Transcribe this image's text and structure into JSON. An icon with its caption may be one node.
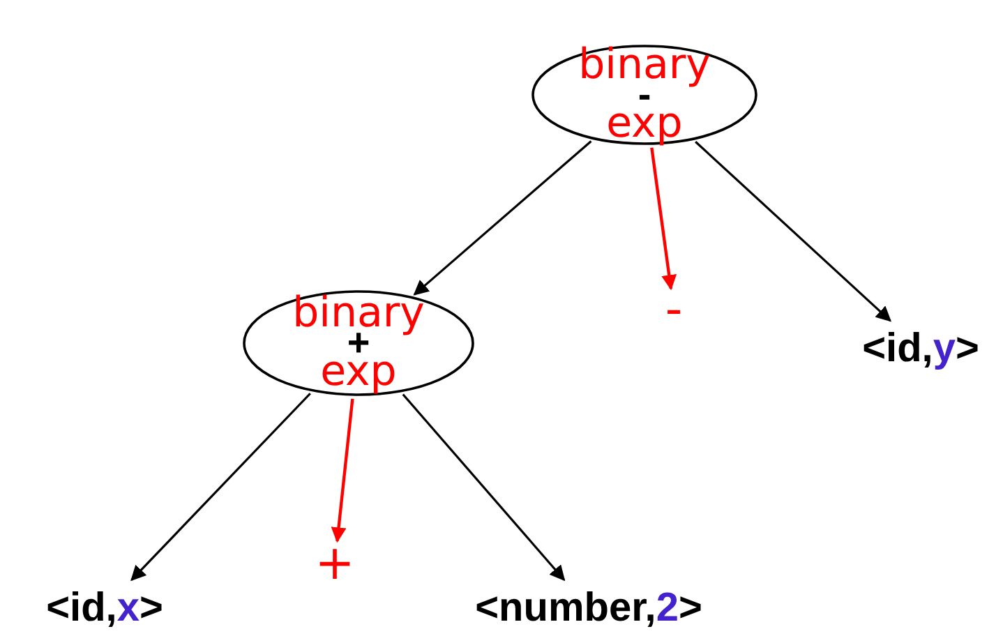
{
  "diagram": {
    "nodes": [
      {
        "text": [
          "-",
          "binary exp"
        ]
      },
      {
        "text": [
          "+",
          "binary exp"
        ]
      },
      {
        "text": [
          "<id,y>"
        ]
      },
      {
        "text": [
          "<id,x>"
        ]
      },
      {
        "text": [
          "<number,2>"
        ]
      },
      {
        "text": [
          "-"
        ]
      },
      {
        "text": [
          "+"
        ]
      }
    ],
    "edges": [
      {
        "from": 0,
        "to": 1,
        "arrow": "to"
      },
      {
        "from": 0,
        "to": 2,
        "arrow": "to"
      },
      {
        "from": 0,
        "to": 5,
        "arrow": "to",
        "color": "#ff0000"
      },
      {
        "from": 1,
        "to": 3,
        "arrow": "to"
      },
      {
        "from": 1,
        "to": 4,
        "arrow": "to"
      },
      {
        "from": 1,
        "to": 6,
        "arrow": "to",
        "color": "#ff0000"
      }
    ]
  }
}
